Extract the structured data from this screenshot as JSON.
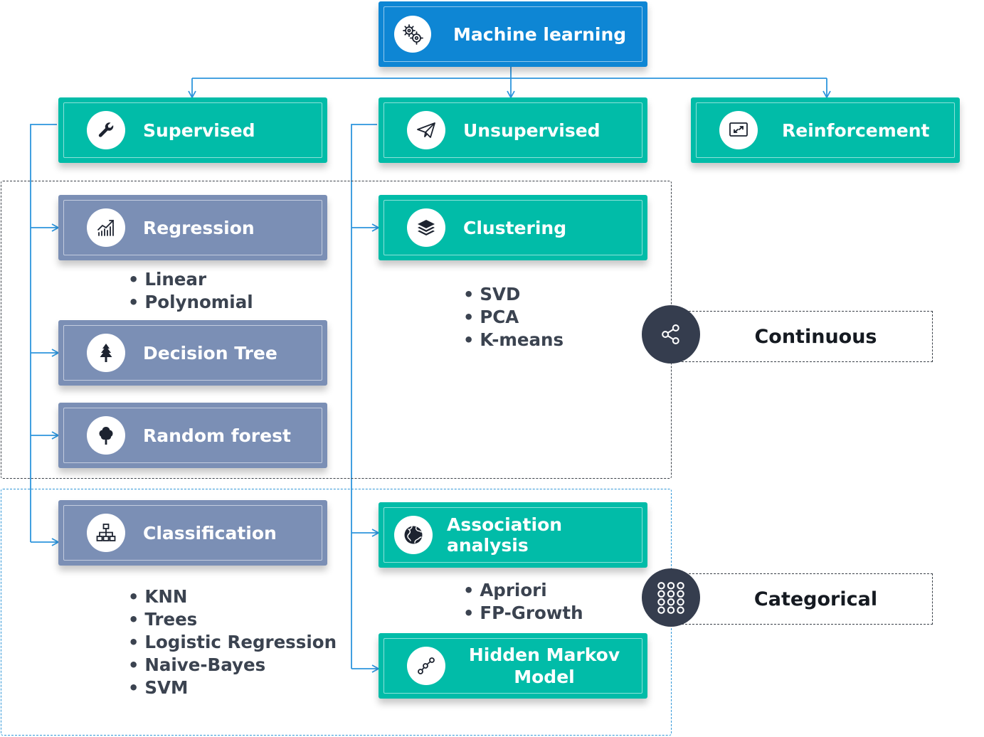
{
  "root": {
    "label": "Machine learning",
    "icon": "gears-icon"
  },
  "categories": {
    "supervised": {
      "label": "Supervised",
      "icon": "wrench-icon"
    },
    "unsupervised": {
      "label": "Unsupervised",
      "icon": "paper-plane-icon"
    },
    "reinforcement": {
      "label": "Reinforcement",
      "icon": "screen-arrows-icon"
    }
  },
  "methods": {
    "regression": {
      "label": "Regression",
      "icon": "growth-chart-icon",
      "items": [
        "Linear",
        "Polynomial"
      ]
    },
    "decision_tree": {
      "label": "Decision Tree",
      "icon": "pine-tree-icon"
    },
    "random_forest": {
      "label": "Random forest",
      "icon": "tree-icon"
    },
    "classification": {
      "label": "Classification",
      "icon": "hierarchy-icon",
      "items": [
        "KNN",
        "Trees",
        "Logistic Regression",
        "Naive-Bayes",
        "SVM"
      ]
    },
    "clustering": {
      "label": "Clustering",
      "icon": "layers-icon",
      "items": [
        "SVD",
        "PCA",
        "K-means"
      ]
    },
    "association": {
      "label": "Association analysis",
      "icon": "globe-icon",
      "items": [
        "Apriori",
        "FP-Growth"
      ]
    },
    "hmm": {
      "label": "Hidden Markov\nModel",
      "icon": "path-nodes-icon"
    }
  },
  "data_types": {
    "continuous": {
      "label": "Continuous",
      "icon": "share-icon"
    },
    "categorical": {
      "label": "Categorical",
      "icon": "dot-grid-icon"
    }
  },
  "colors": {
    "root": "#0e86d4",
    "unsupervised_nodes": "#01bca8",
    "supervised_nodes": "#7b8fb5",
    "connector": "#2d95dd",
    "text": "#3b4350",
    "badge_dark": "#353d4e"
  }
}
